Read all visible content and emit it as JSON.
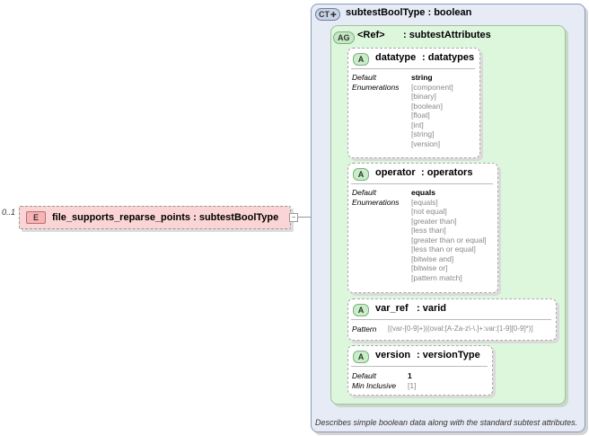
{
  "element": {
    "cardinality": "0..1",
    "tag": "E",
    "name": "file_supports_reparse_points : subtestBoolType",
    "expander": "−"
  },
  "complex_type": {
    "tag": "CT",
    "title": "subtestBoolType : boolean",
    "description": "Describes simple boolean data along with the standard subtest attributes."
  },
  "attribute_group": {
    "tag": "AG",
    "ref": "<Ref>",
    "name": ": subtestAttributes"
  },
  "attributes": [
    {
      "tag": "A",
      "name": "datatype",
      "type": ": datatypes",
      "labels": [
        "Default",
        "Enumerations"
      ],
      "values": [
        "string",
        "[component]",
        "[binary]",
        "[boolean]",
        "[float]",
        "[int]",
        "[string]",
        "[version]"
      ]
    },
    {
      "tag": "A",
      "name": "operator",
      "type": ": operators",
      "labels": [
        "Default",
        "Enumerations"
      ],
      "values": [
        "equals",
        "[equals]",
        "[not equal]",
        "[greater than]",
        "[less than]",
        "[greater than or equal]",
        "[less than or equal]",
        "[bitwise and]",
        "[bitwise or]",
        "[pattern match]"
      ]
    },
    {
      "tag": "A",
      "name": "var_ref",
      "type": ": varid",
      "labels": [
        "Pattern"
      ],
      "values": [
        "[(var-[0-9]+)|(oval:[A-Za-z\\-\\.]+:var:[1-9][0-9]*)]"
      ]
    },
    {
      "tag": "A",
      "name": "version",
      "type": ": versionType",
      "labels": [
        "Default",
        "Min Inclusive"
      ],
      "values": [
        "1",
        "[1]"
      ]
    }
  ]
}
